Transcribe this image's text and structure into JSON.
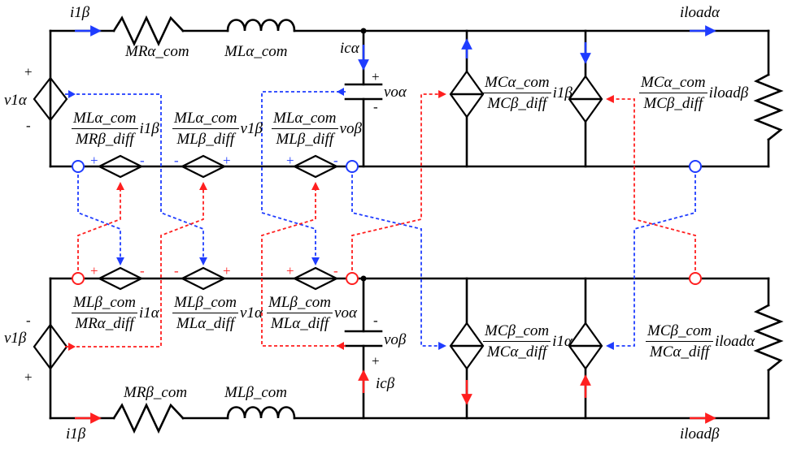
{
  "currents": {
    "i1_alpha_top": "i1β",
    "i1_beta_bottom": "i1β",
    "i_load_alpha": "iloadα",
    "i_load_beta": "iloadβ",
    "i_c_alpha": "icα",
    "i_c_beta": "icβ"
  },
  "voltages": {
    "v1_alpha": "v1α",
    "v1_beta": "v1β",
    "vo_alpha": "voα",
    "vo_beta": "voβ"
  },
  "passives": {
    "r_alpha": "MRα_com",
    "l_alpha": "MLα_com",
    "r_beta": "MRβ_com",
    "l_beta": "MLβ_com"
  },
  "signs": {
    "plus": "+",
    "minus": "-"
  },
  "fractions": {
    "top_1": {
      "num": "MLα_com",
      "den": "MRβ_diff",
      "sv": "i1β"
    },
    "top_2": {
      "num": "MLα_com",
      "den": "MLβ_diff",
      "sv": "v1β"
    },
    "top_3": {
      "num": "MLα_com",
      "den": "MLβ_diff",
      "sv": "voβ"
    },
    "top_4": {
      "num": "MCα_com",
      "den": "MCβ_diff",
      "sv": "i1β"
    },
    "top_5": {
      "num": "MCα_com",
      "den": "MCβ_diff",
      "sv": "iloadβ"
    },
    "bot_1": {
      "num": "MLβ_com",
      "den": "MRα_diff",
      "sv": "i1α"
    },
    "bot_2": {
      "num": "MLβ_com",
      "den": "MLα_diff",
      "sv": "v1α"
    },
    "bot_3": {
      "num": "MLβ_com",
      "den": "MLα_diff",
      "sv": "voα"
    },
    "bot_4": {
      "num": "MCβ_com",
      "den": "MCα_diff",
      "sv": "i1α"
    },
    "bot_5": {
      "num": "MCβ_com",
      "den": "MCα_diff",
      "sv": "iloadα"
    }
  },
  "colors": {
    "blue": "#1f3cff",
    "red": "#ff1f1f",
    "wire": "#000000"
  }
}
